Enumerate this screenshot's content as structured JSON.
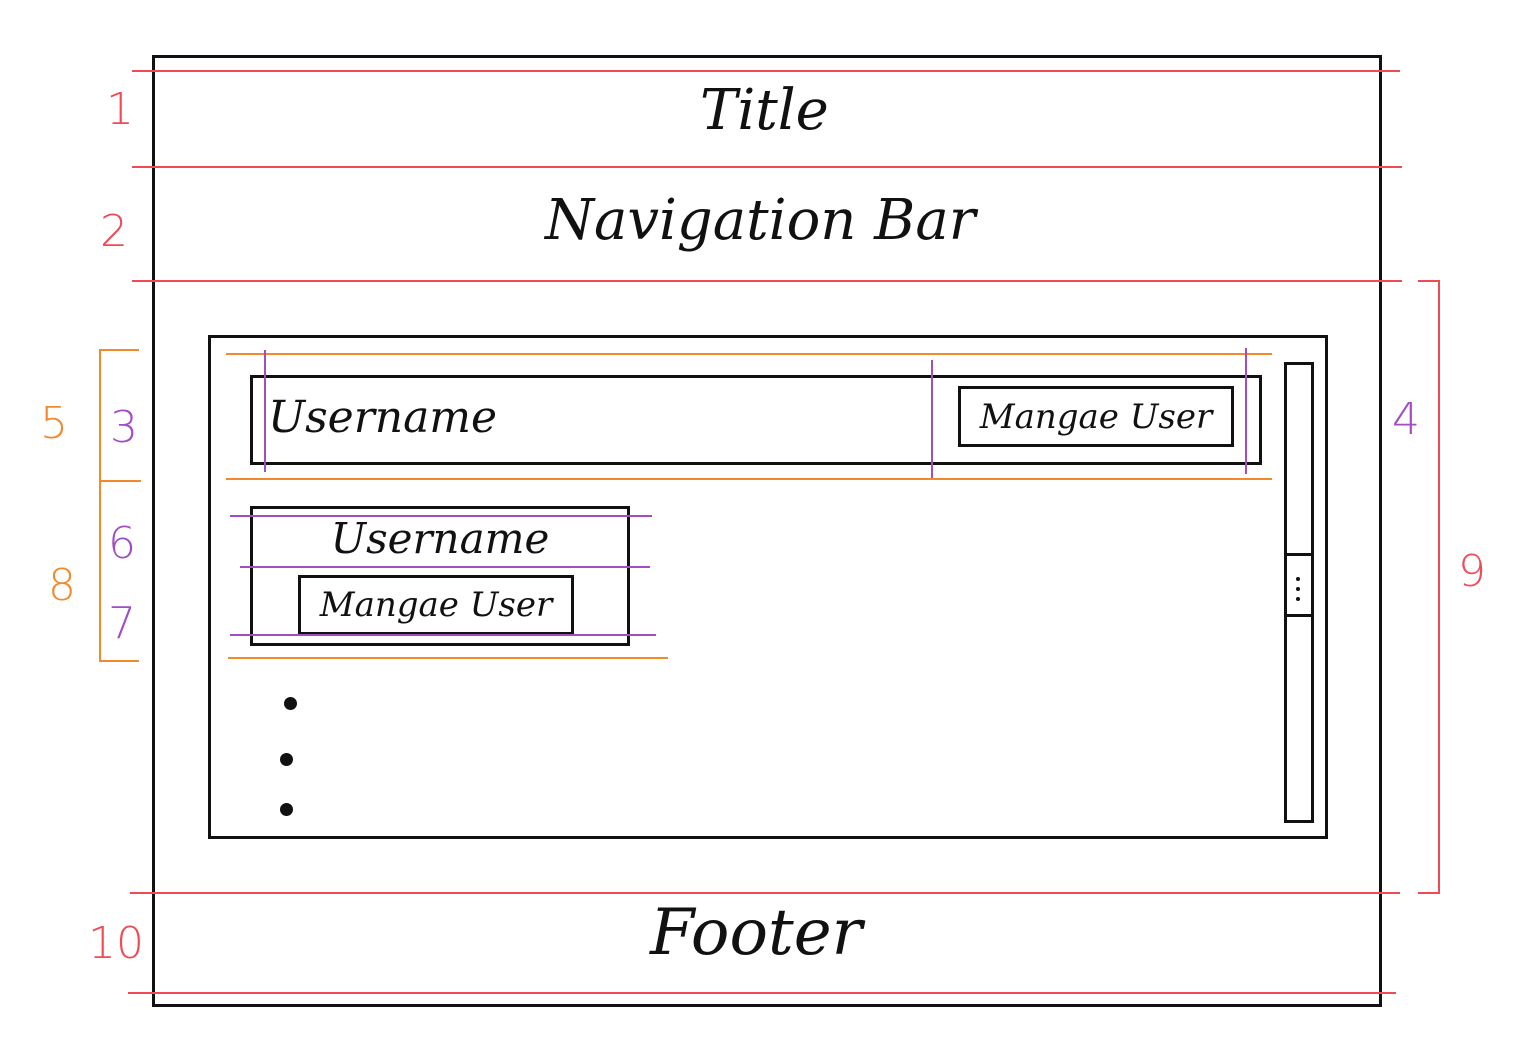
{
  "header": {
    "title": "Title"
  },
  "nav": {
    "label": "Navigation Bar"
  },
  "main": {
    "row": {
      "username": "Username",
      "button": "Mangae User"
    },
    "card": {
      "username": "Username",
      "button": "Mangae User"
    }
  },
  "footer": {
    "label": "Footer"
  },
  "annotations": {
    "n1": "1",
    "n2": "2",
    "n3": "3",
    "n4": "4",
    "n5": "5",
    "n6": "6",
    "n7": "7",
    "n8": "8",
    "n9": "9",
    "n10": "10"
  },
  "colors": {
    "section": "#f04a55",
    "group": "#f28a2c",
    "element": "#a24dc4",
    "ink": "#111111"
  }
}
